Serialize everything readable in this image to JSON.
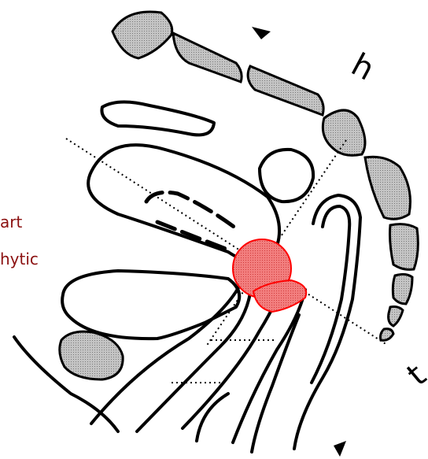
{
  "labels": {
    "part": "art",
    "growth": "hytic",
    "axis_top": "h",
    "axis_bottom": "t"
  },
  "colors": {
    "outline": "#000000",
    "bone_fill": "#b5b5b5",
    "lesion_fill": "#f07878",
    "lesion_stroke": "#ff0000",
    "label_text": "#8b1010"
  },
  "icons": {
    "top_arrow": "arrowhead-up-left-icon",
    "bottom_arrow": "arrowhead-down-right-icon"
  }
}
